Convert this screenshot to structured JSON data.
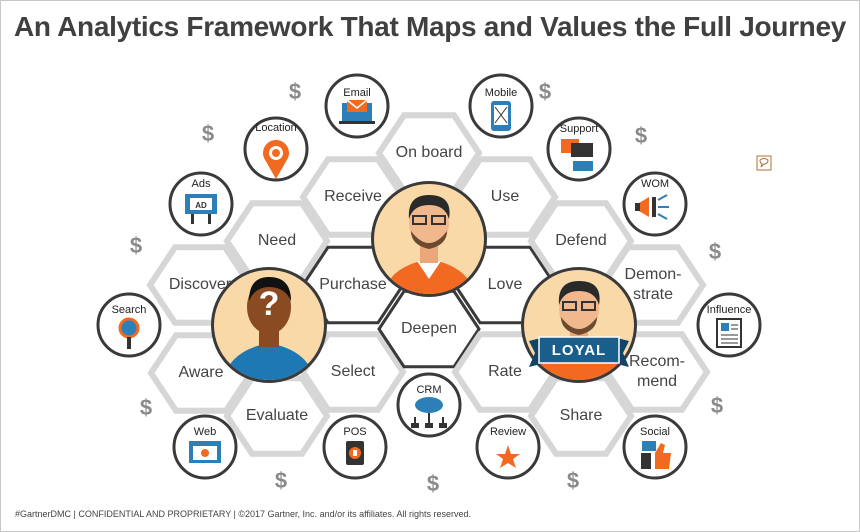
{
  "title": "An Analytics Framework That Maps and Values the Full Journey",
  "footer": "#GartnerDMC  |  CONFIDENTIAL AND PROPRIETARY  |  ©2017 Gartner, Inc. and/or its affiliates. All rights reserved.",
  "dollar_sign": "$",
  "loyal_banner": "LOYAL",
  "stages": {
    "discover": "Discover",
    "need": "Need",
    "aware": "Aware",
    "evaluate": "Evaluate",
    "receive": "Receive",
    "on_board": "On board",
    "use": "Use",
    "purchase": "Purchase",
    "select": "Select",
    "deepen": "Deepen",
    "love": "Love",
    "rate": "Rate",
    "defend": "Defend",
    "demonstrate_1": "Demon-",
    "demonstrate_2": "strate",
    "recommend_1": "Recom-",
    "recommend_2": "mend",
    "share": "Share"
  },
  "channels": {
    "email": "Email",
    "location": "Location",
    "ads": "Ads",
    "search": "Search",
    "web": "Web",
    "pos": "POS",
    "crm": "CRM",
    "review": "Review",
    "mobile": "Mobile",
    "support": "Support",
    "wom": "WOM",
    "influence": "Influence",
    "social": "Social"
  },
  "icons": {
    "ads_badge": "AD",
    "unknown_face": "?"
  },
  "colors": {
    "accent_orange": "#F26A21",
    "hex_border": "#d6d6d6",
    "ring_dark": "#3a3a3a",
    "persona_bg": "#F9D9A8",
    "loyal_banner": "#1A5F8C",
    "icon_blue": "#2D7FB8",
    "unknown_shirt": "#1E78B4"
  }
}
